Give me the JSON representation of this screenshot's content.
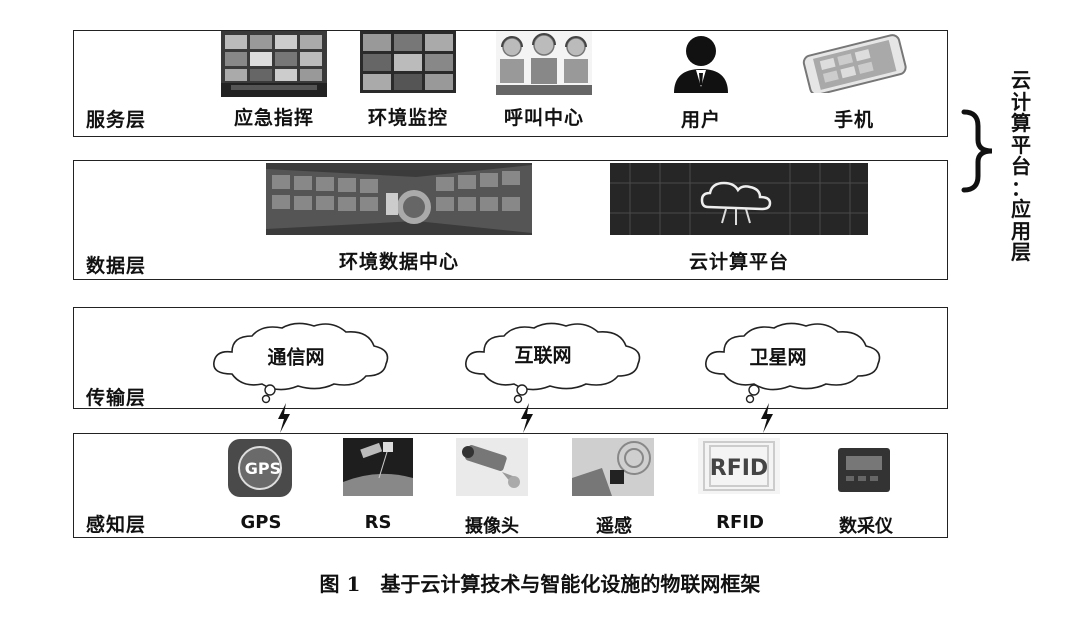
{
  "layers": {
    "service": {
      "label": "服务层",
      "items": [
        "应急指挥",
        "环境监控",
        "呼叫中心",
        "用户",
        "手机"
      ]
    },
    "data": {
      "label": "数据层",
      "items": [
        "环境数据中心",
        "云计算平台"
      ]
    },
    "transport": {
      "label": "传输层",
      "items": [
        "通信网",
        "互联网",
        "卫星网"
      ]
    },
    "sensing": {
      "label": "感知层",
      "items": [
        "GPS",
        "RS",
        "摄像头",
        "遥感",
        "RFID",
        "数采仪"
      ]
    }
  },
  "side_label": [
    "云",
    "计",
    "算",
    "平",
    "台",
    "：",
    "应",
    "用",
    "层"
  ],
  "caption": "图 1　基于云计算技术与智能化设施的物联网框架",
  "gps_logo_text": "GPS",
  "rfid_logo_text": "RFID"
}
